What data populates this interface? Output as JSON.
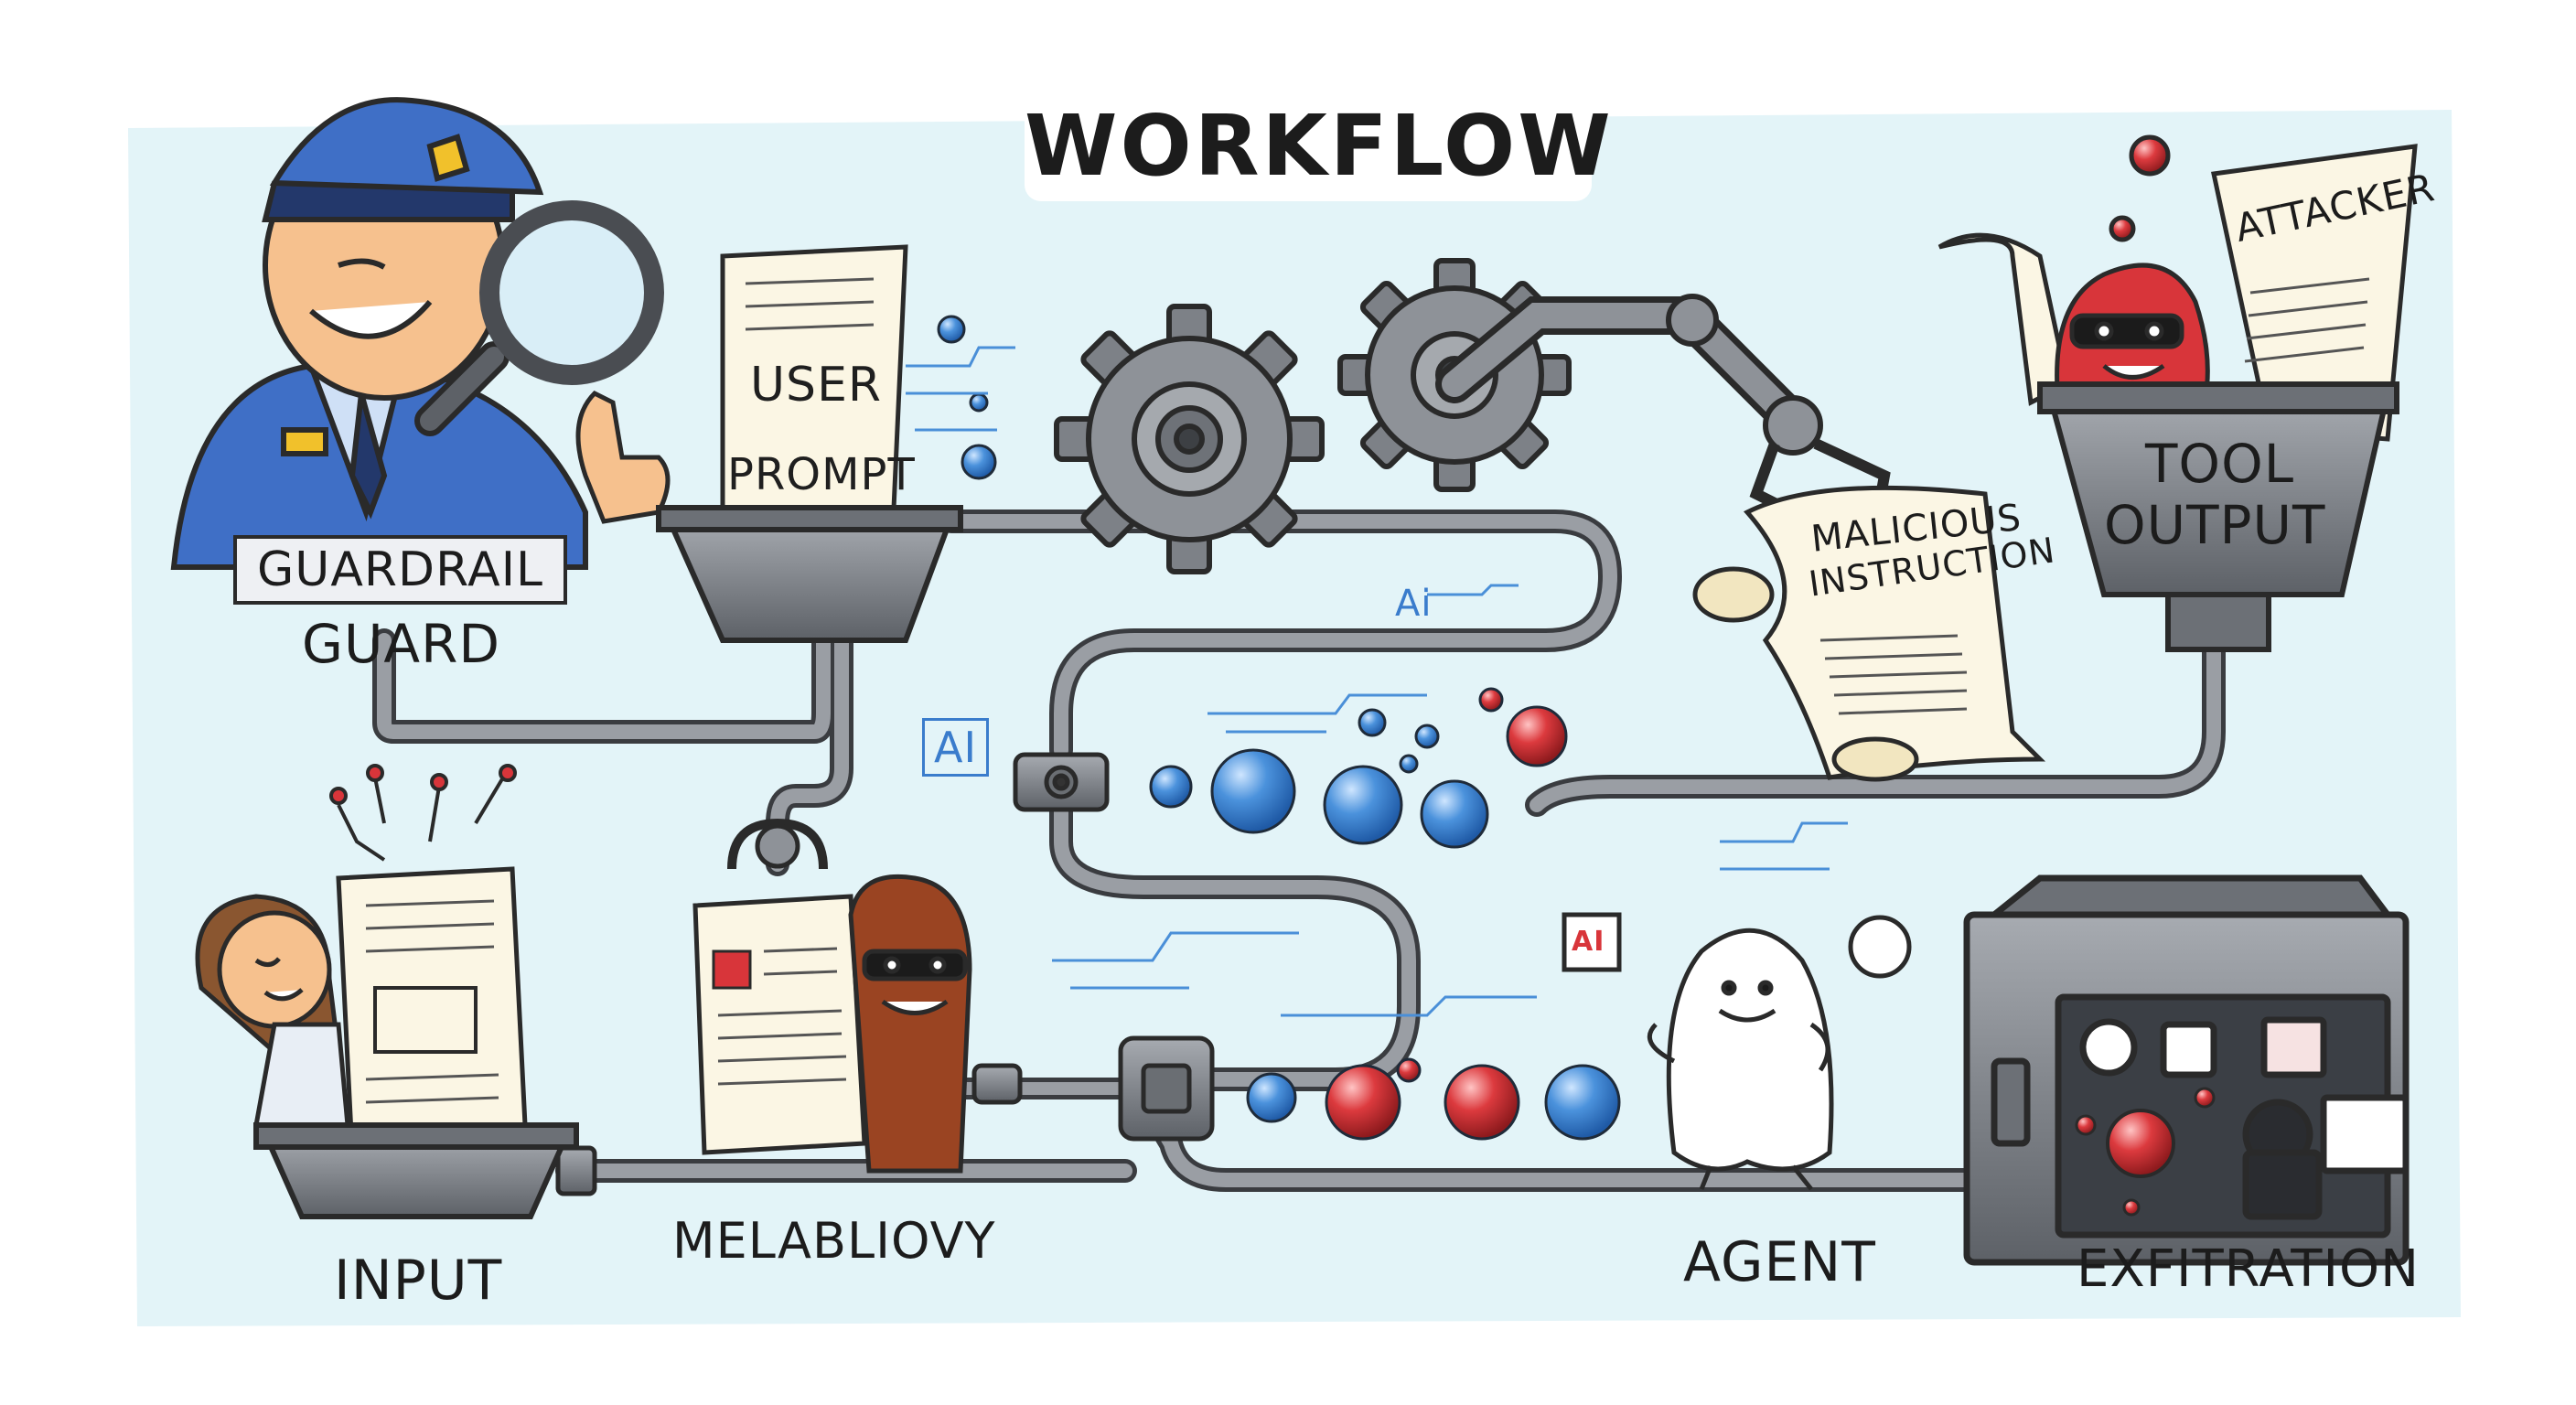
{
  "title": "WORKFLOW",
  "labels": {
    "guardrail": "GUARDRAIL",
    "guard": "GUARD",
    "user": "USER",
    "prompt": "PROMPT",
    "attacker": "ATTACKER",
    "tool": "TOOL",
    "output": "OUTPUT",
    "malicious": "MALICIOUS",
    "instruction": "INSTRUCTION",
    "ai_1": "Ai",
    "ai_2": "AI",
    "ai_3": "AI",
    "input": "INPUT",
    "melabliovy": "MELABLIOVY",
    "agent": "AGENT",
    "exfitration": "EXFITRATION"
  },
  "colors": {
    "background_panel": "#e3f4f8",
    "pipe": "#6f7378",
    "metal": "#8a8f96",
    "police_blue": "#3f6fc6",
    "blue_ball": "#3f86d4",
    "red_ball": "#d8353a",
    "paper": "#fbf6e4",
    "attacker_red": "#d8353a",
    "villain_brown": "#9a4422"
  },
  "icons": [
    "police-guard-icon",
    "magnifying-glass-icon",
    "gear-icon",
    "robot-arm-icon",
    "hopper-icon",
    "document-icon",
    "scroll-icon",
    "attacker-blob-icon",
    "masked-thief-icon",
    "user-girl-icon",
    "agent-ghost-icon",
    "safe-machine-icon"
  ]
}
